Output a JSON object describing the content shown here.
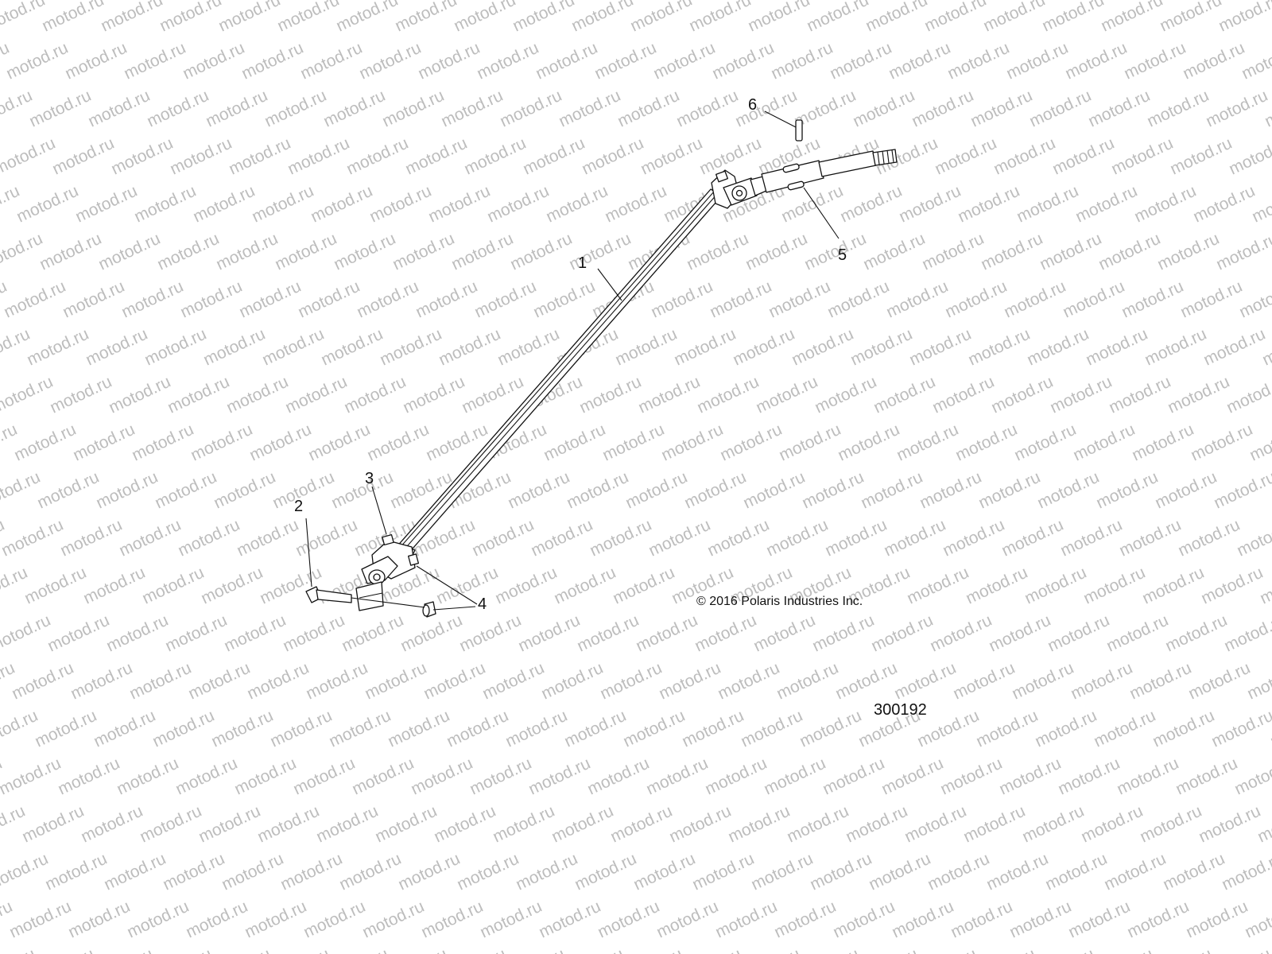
{
  "diagram": {
    "watermark": "motod.ru",
    "callouts": [
      {
        "id": "1",
        "label": "1"
      },
      {
        "id": "2",
        "label": "2"
      },
      {
        "id": "3",
        "label": "3"
      },
      {
        "id": "4",
        "label": "4"
      },
      {
        "id": "5",
        "label": "5"
      },
      {
        "id": "6",
        "label": "6"
      }
    ],
    "copyright": "© 2016 Polaris Industries Inc.",
    "figure_number": "300192"
  }
}
